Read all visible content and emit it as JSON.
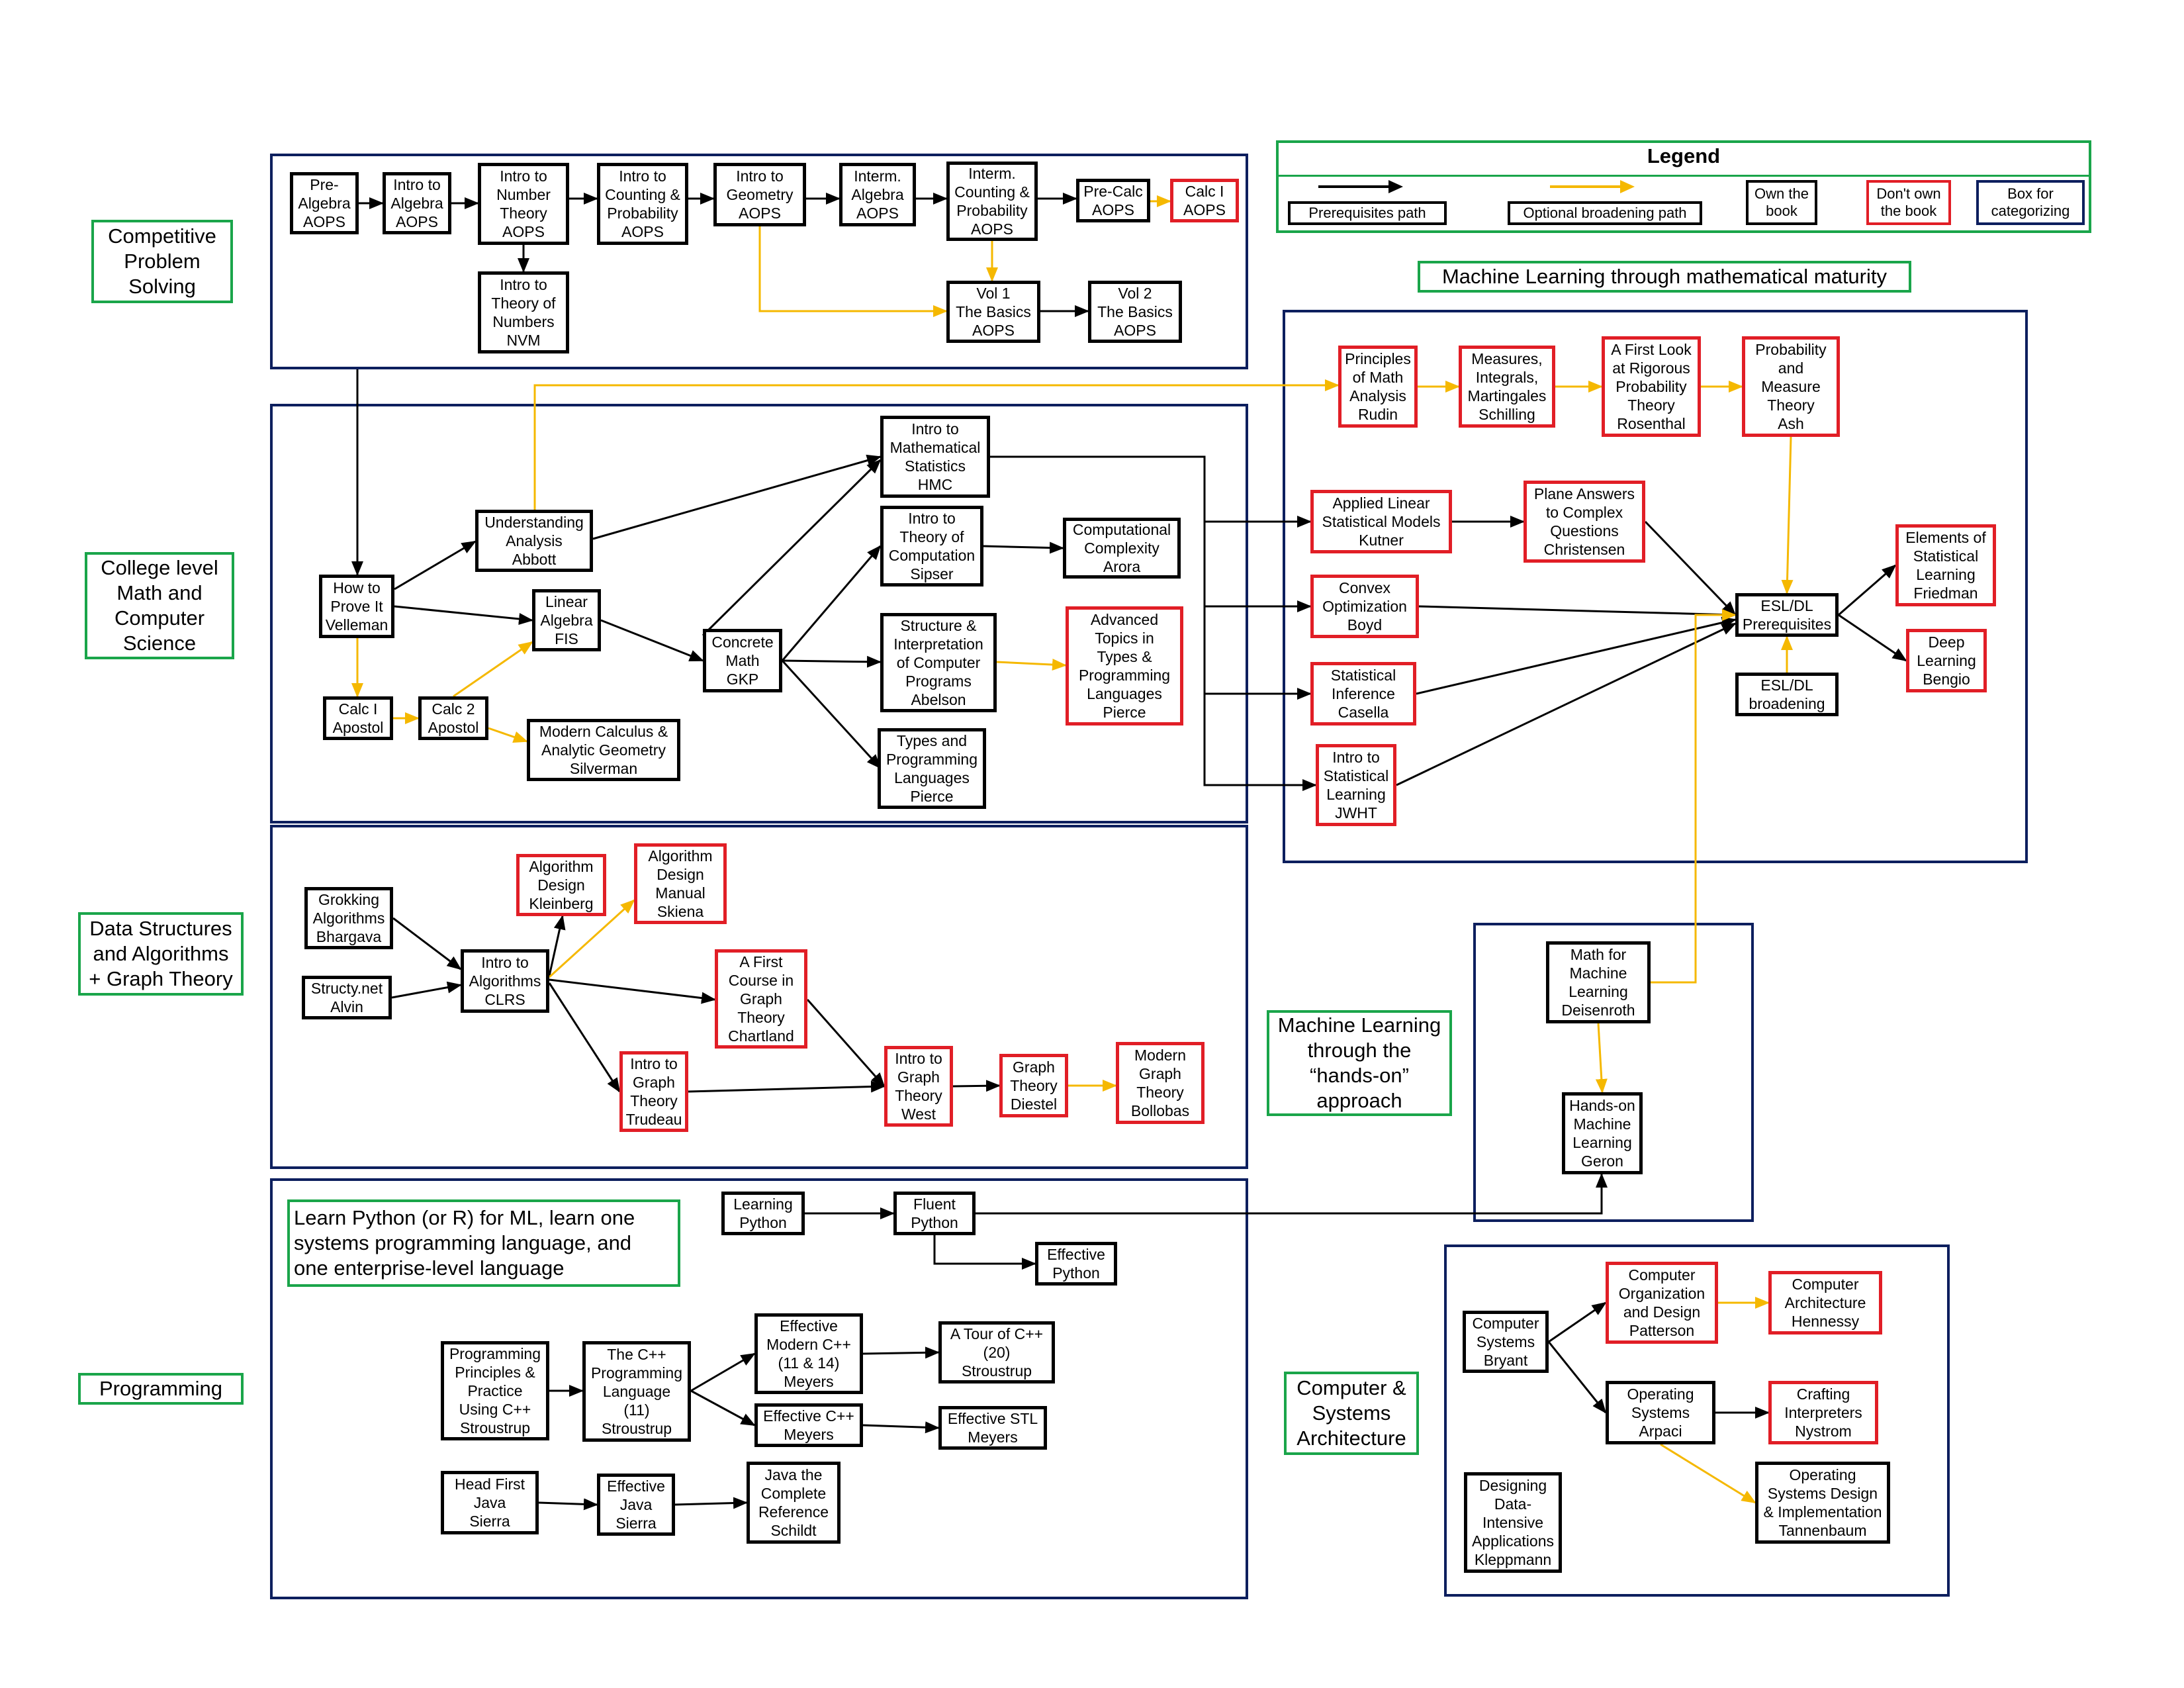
{
  "legend": {
    "title": "Legend",
    "prereq": "Prerequisites path",
    "optional": "Optional broadening path",
    "own": "Own the\nbook",
    "dont_own": "Don't own\nthe book",
    "category": "Box for\ncategorizing"
  },
  "sections": {
    "competitive": "Competitive\nProblem\nSolving",
    "college": "College level\nMath and\nComputer\nScience",
    "dsa": "Data Structures\nand Algorithms\n+ Graph Theory",
    "programming": "Programming",
    "programming_note": "Learn Python (or R) for ML, learn one\nsystems programming language, and\none enterprise-level language",
    "ml_math": "Machine Learning through mathematical maturity",
    "ml_hands": "Machine Learning\nthrough the\n“hands-on”\napproach",
    "systems": "Computer &\nSystems\nArchitecture"
  },
  "colors": {
    "prerequisite": "#000000",
    "optional": "#f5b800",
    "owned": "#000000",
    "not_owned": "#e11e26",
    "category": "#0d1f5e",
    "label_border": "#1aa54a"
  },
  "books": {
    "prealgebra": {
      "text": "Pre-\nAlgebra\nAOPS",
      "owned": true
    },
    "intro_algebra": {
      "text": "Intro to\nAlgebra\nAOPS",
      "owned": true
    },
    "intro_nt": {
      "text": "Intro to\nNumber\nTheory\nAOPS",
      "owned": true
    },
    "intro_cp": {
      "text": "Intro to\nCounting &\nProbability\nAOPS",
      "owned": true
    },
    "intro_geo": {
      "text": "Intro to\nGeometry\nAOPS",
      "owned": true
    },
    "interm_alg": {
      "text": "Interm.\nAlgebra\nAOPS",
      "owned": true
    },
    "interm_cp": {
      "text": "Interm.\nCounting &\nProbability\nAOPS",
      "owned": true
    },
    "precalc": {
      "text": "Pre-Calc\nAOPS",
      "owned": true
    },
    "calc_aops": {
      "text": "Calc I\nAOPS",
      "owned": false
    },
    "intro_tn": {
      "text": "Intro to\nTheory of\nNumbers\nNVM",
      "owned": true
    },
    "vol1": {
      "text": "Vol 1\nThe Basics\nAOPS",
      "owned": true
    },
    "vol2": {
      "text": "Vol 2\nThe Basics\nAOPS",
      "owned": true
    },
    "how_prove": {
      "text": "How to\nProve It\nVelleman",
      "owned": true
    },
    "understanding": {
      "text": "Understanding\nAnalysis\nAbbott",
      "owned": true
    },
    "linear_alg": {
      "text": "Linear\nAlgebra\nFIS",
      "owned": true
    },
    "calc1": {
      "text": "Calc I\nApostol",
      "owned": true
    },
    "calc2": {
      "text": "Calc 2\nApostol",
      "owned": true
    },
    "modern_calc": {
      "text": "Modern Calculus &\nAnalytic Geometry\nSilverman",
      "owned": true
    },
    "concrete": {
      "text": "Concrete\nMath\nGKP",
      "owned": true
    },
    "math_stats": {
      "text": "Intro to\nMathematical\nStatistics\nHMC",
      "owned": true
    },
    "theory_comp": {
      "text": "Intro to\nTheory of\nComputation\nSipser",
      "owned": true
    },
    "comp_complex": {
      "text": "Computational\nComplexity\nArora",
      "owned": true
    },
    "sicp": {
      "text": "Structure &\nInterpretation\nof Computer\nPrograms\nAbelson",
      "owned": true
    },
    "adv_types": {
      "text": "Advanced\nTopics in\nTypes &\nProgramming\nLanguages\nPierce",
      "owned": false
    },
    "types_pl": {
      "text": "Types and\nProgramming\nLanguages\nPierce",
      "owned": true
    },
    "grokking": {
      "text": "Grokking\nAlgorithms\nBhargava",
      "owned": true
    },
    "structy": {
      "text": "Structy.net\nAlvin",
      "owned": true
    },
    "clrs": {
      "text": "Intro to\nAlgorithms\nCLRS",
      "owned": true
    },
    "kleinberg": {
      "text": "Algorithm\nDesign\nKleinberg",
      "owned": false
    },
    "skiena": {
      "text": "Algorithm\nDesign\nManual\nSkiena",
      "owned": false
    },
    "chartland": {
      "text": "A First\nCourse in\nGraph\nTheory\nChartland",
      "owned": false
    },
    "trudeau": {
      "text": "Intro to\nGraph\nTheory\nTrudeau",
      "owned": false
    },
    "west": {
      "text": "Intro to\nGraph\nTheory\nWest",
      "owned": false
    },
    "diestel": {
      "text": "Graph\nTheory\nDiestel",
      "owned": false
    },
    "bollobas": {
      "text": "Modern\nGraph\nTheory\nBollobas",
      "owned": false
    },
    "learning_py": {
      "text": "Learning\nPython",
      "owned": true
    },
    "fluent_py": {
      "text": "Fluent\nPython",
      "owned": true
    },
    "effective_py": {
      "text": "Effective\nPython",
      "owned": true
    },
    "ppp_cpp": {
      "text": "Programming\nPrinciples &\nPractice\nUsing C++\nStroustrup",
      "owned": true
    },
    "cpp_lang": {
      "text": "The C++\nProgramming\nLanguage\n(11)\nStroustrup",
      "owned": true
    },
    "eff_modern": {
      "text": "Effective\nModern C++\n(11 & 14)\nMeyers",
      "owned": true
    },
    "eff_cpp": {
      "text": "Effective C++\nMeyers",
      "owned": true
    },
    "tour_cpp": {
      "text": "A Tour of C++\n(20)\nStroustrup",
      "owned": true
    },
    "eff_stl": {
      "text": "Effective STL\nMeyers",
      "owned": true
    },
    "head_java": {
      "text": "Head First\nJava\nSierra",
      "owned": true
    },
    "eff_java": {
      "text": "Effective\nJava\nSierra",
      "owned": true
    },
    "java_ref": {
      "text": "Java the\nComplete\nReference\nSchildt",
      "owned": true
    },
    "rudin": {
      "text": "Principles\nof Math\nAnalysis\nRudin",
      "owned": false
    },
    "schilling": {
      "text": "Measures,\nIntegrals,\nMartingales\nSchilling",
      "owned": false
    },
    "rosenthal": {
      "text": "A First Look\nat Rigorous\nProbability\nTheory\nRosenthal",
      "owned": false
    },
    "ash": {
      "text": "Probability\nand\nMeasure\nTheory\nAsh",
      "owned": false
    },
    "kutner": {
      "text": "Applied Linear\nStatistical Models\nKutner",
      "owned": false
    },
    "christensen": {
      "text": "Plane Answers\nto Complex\nQuestions\nChristensen",
      "owned": false
    },
    "boyd": {
      "text": "Convex\nOptimization\nBoyd",
      "owned": false
    },
    "casella": {
      "text": "Statistical\nInference\nCasella",
      "owned": false
    },
    "jwht": {
      "text": "Intro to\nStatistical\nLearning\nJWHT",
      "owned": false
    },
    "esl_prereq": {
      "text": "ESL/DL\nPrerequisites",
      "owned": true
    },
    "esl_broad": {
      "text": "ESL/DL\nbroadening",
      "owned": true
    },
    "friedman": {
      "text": "Elements of\nStatistical\nLearning\nFriedman",
      "owned": false
    },
    "bengio": {
      "text": "Deep\nLearning\nBengio",
      "owned": false
    },
    "mml": {
      "text": "Math for\nMachine\nLearning\nDeisenroth",
      "owned": true
    },
    "geron": {
      "text": "Hands-on\nMachine\nLearning\nGeron",
      "owned": true
    },
    "bryant": {
      "text": "Computer\nSystems\nBryant",
      "owned": true
    },
    "patterson": {
      "text": "Computer\nOrganization\nand Design\nPatterson",
      "owned": false
    },
    "hennessy": {
      "text": "Computer\nArchitecture\nHennessy",
      "owned": false
    },
    "arpaci": {
      "text": "Operating\nSystems\nArpaci",
      "owned": true
    },
    "nystrom": {
      "text": "Crafting\nInterpreters\nNystrom",
      "owned": false
    },
    "tanenbaum": {
      "text": "Operating\nSystems Design\n& Implementation\nTannenbaum",
      "owned": true
    },
    "kleppmann": {
      "text": "Designing\nData-\nIntensive\nApplications\nKleppmann",
      "owned": true
    }
  }
}
